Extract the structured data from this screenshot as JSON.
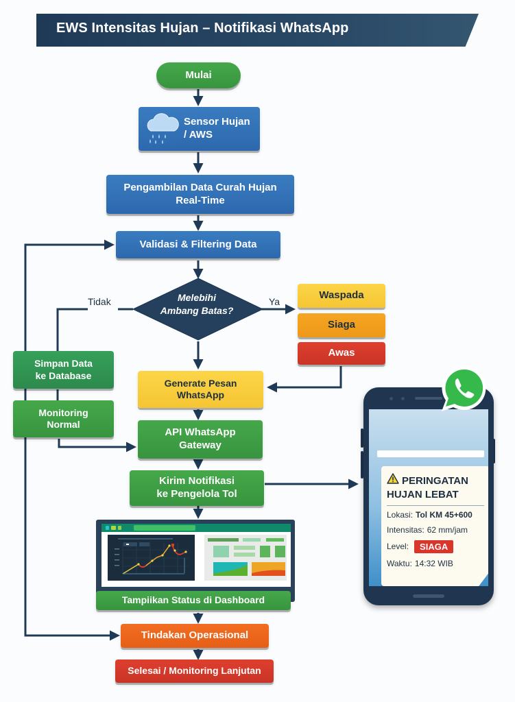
{
  "title": "EWS Intensitas Hujan – Notifikasi WhatsApp",
  "nodes": {
    "start": "Mulai",
    "sensor_line1": "Sensor Hujan",
    "sensor_line2": "/ AWS",
    "fetch_line1": "Pengambilan Data Curah Hujan",
    "fetch_line2": "Real-Time",
    "validate": "Validasi & Filtering Data",
    "decision_line1": "Melebihi",
    "decision_line2": "Ambang Batas?",
    "level_waspada": "Waspada",
    "level_siaga": "Siaga",
    "level_awas": "Awas",
    "save_line1": "Simpan Data",
    "save_line2": "ke Database",
    "monitor_line1": "Monitoring",
    "monitor_line2": "Normal",
    "generate_line1": "Generate Pesan",
    "generate_line2": "WhatsApp",
    "api_line1": "API WhatsApp",
    "api_line2": "Gateway",
    "send_line1": "Kirim Notifikasi",
    "send_line2": "ke Pengelola Tol",
    "dashboard": "Tampiikan Status di Dashboard",
    "action": "Tindakan Operasional",
    "end": "Selesai / Monitoring Lanjutan"
  },
  "edge_labels": {
    "no": "Tidak",
    "yes": "Ya"
  },
  "phone_message": {
    "title_line1": "PERINGATAN",
    "title_line2": "HUJAN LEBAT",
    "location_label": "Lokasi:",
    "location_value": "Tol KM 45+600",
    "intensity_label": "Intensitas:",
    "intensity_value": "62 mm/jam",
    "level_label": "Level:",
    "level_value": "SIAGA",
    "time_label": "Waktu:",
    "time_value": "14:32 WIB"
  },
  "icons": {
    "sensor": "rain-cloud-icon",
    "warning": "warning-triangle-icon",
    "app": "whatsapp-icon"
  },
  "colors": {
    "title_bg": "#1f3a56",
    "blue": "#2d68ad",
    "green": "#38943f",
    "yellow": "#f5c533",
    "amber": "#ee9818",
    "red": "#c93426",
    "orange": "#e55f17",
    "connector": "#1f3a56"
  }
}
